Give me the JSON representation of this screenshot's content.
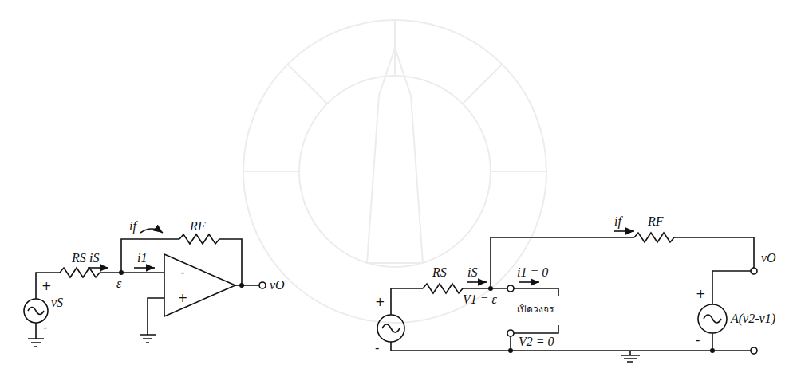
{
  "diagram": {
    "nodes": [
      {
        "text": [
          "-",
          "+"
        ]
      }
    ],
    "labels": [
      "+",
      "vS",
      "-",
      "RS",
      "iS",
      "ε",
      "i1",
      "if",
      "RF",
      "vO",
      "+",
      "-",
      "RS",
      "iS",
      "if",
      "RF",
      "i1 = 0",
      "V1 = ε",
      "เปิดวงจร",
      "V2 = 0",
      "vO",
      "+",
      "-",
      "A(v2-v1)"
    ]
  }
}
